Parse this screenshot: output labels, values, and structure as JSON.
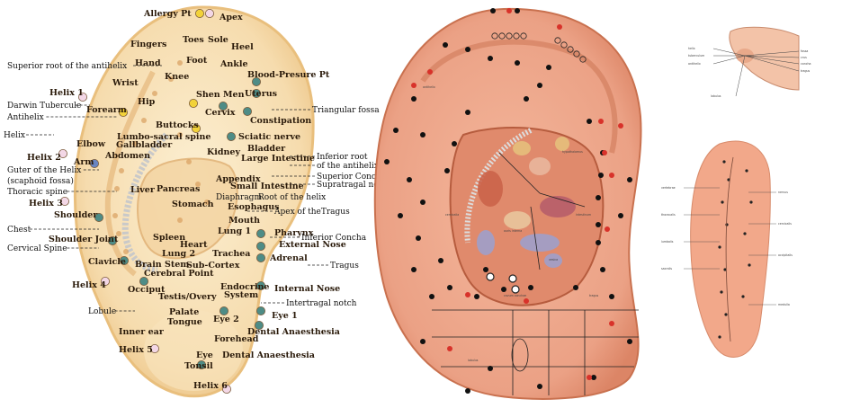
{
  "left_ear": {
    "point_labels": [
      {
        "text": "Allergy Pt"
      },
      {
        "text": "Apex"
      },
      {
        "text": "Fingers"
      },
      {
        "text": "Toes"
      },
      {
        "text": "Sole"
      },
      {
        "text": "Heel"
      },
      {
        "text": "Hand"
      },
      {
        "text": "Foot"
      },
      {
        "text": "Ankle"
      },
      {
        "text": "Blood-Presure Pt"
      },
      {
        "text": "Knee"
      },
      {
        "text": "Wrist"
      },
      {
        "text": "Shen Men"
      },
      {
        "text": "Uterus"
      },
      {
        "text": "Helix 1"
      },
      {
        "text": "Hip"
      },
      {
        "text": "Forearm"
      },
      {
        "text": "Cervix"
      },
      {
        "text": "Constipation"
      },
      {
        "text": "Buttocks"
      },
      {
        "text": "Lumbo-sacral spine"
      },
      {
        "text": "Sciatic nerve"
      },
      {
        "text": "Elbow"
      },
      {
        "text": "Gallbladder"
      },
      {
        "text": "Bladder"
      },
      {
        "text": "Kidney"
      },
      {
        "text": "Large Intestine"
      },
      {
        "text": "Helix 2"
      },
      {
        "text": "Arm"
      },
      {
        "text": "Abdomen"
      },
      {
        "text": "Appendix"
      },
      {
        "text": "Pancreas"
      },
      {
        "text": "Small Intestine"
      },
      {
        "text": "Liver"
      },
      {
        "text": "Helix 3"
      },
      {
        "text": "Stomach"
      },
      {
        "text": "Esophagus"
      },
      {
        "text": "Shoulder"
      },
      {
        "text": "Mouth"
      },
      {
        "text": "Lung 1"
      },
      {
        "text": "Pharynx"
      },
      {
        "text": "Shoulder Joint"
      },
      {
        "text": "Spleen"
      },
      {
        "text": "Heart"
      },
      {
        "text": "External Nose"
      },
      {
        "text": "Lung 2"
      },
      {
        "text": "Trachea"
      },
      {
        "text": "Adrenal"
      },
      {
        "text": "Clavicle"
      },
      {
        "text": "Brain Stem"
      },
      {
        "text": "Sub-Cortex"
      },
      {
        "text": "Cerebral Point"
      },
      {
        "text": "Helix 4"
      },
      {
        "text": "Occiput"
      },
      {
        "text": "Endocrine"
      },
      {
        "text": "Internal Nose"
      },
      {
        "text": "Testis/Overy"
      },
      {
        "text": "System"
      },
      {
        "text": "Palate"
      },
      {
        "text": "Eye 2"
      },
      {
        "text": "Eye 1"
      },
      {
        "text": "Tongue"
      },
      {
        "text": "Inner ear"
      },
      {
        "text": "Dental Anaesthesia"
      },
      {
        "text": "Helix 5"
      },
      {
        "text": "Forehead"
      },
      {
        "text": "Eye"
      },
      {
        "text": "Dental Anaesthesia"
      },
      {
        "text": "Tonsil"
      },
      {
        "text": "Helix 6"
      }
    ],
    "annotations": [
      {
        "text": "Superior root of the antihelix"
      },
      {
        "text": "Darwin Tubercule"
      },
      {
        "text": "Antihelix"
      },
      {
        "text": "Triangular fossa"
      },
      {
        "text": "Helix"
      },
      {
        "text": "Inferior root"
      },
      {
        "text": "of the antihelix"
      },
      {
        "text": "Guter of the Helix"
      },
      {
        "text": "(scaphoid fossa)"
      },
      {
        "text": "Superior Concha"
      },
      {
        "text": "Supratragal notch"
      },
      {
        "text": "Thoracic spine"
      },
      {
        "text": "Diaphragm"
      },
      {
        "text": "Root of the helix"
      },
      {
        "text": "Apex of theTragus"
      },
      {
        "text": "Chest"
      },
      {
        "text": "Inferior Concha"
      },
      {
        "text": "Cervical Spine"
      },
      {
        "text": "Tragus"
      },
      {
        "text": "Lobule"
      },
      {
        "text": "Intertragal notch"
      }
    ],
    "colors": {
      "ear_fill": "#f6dcae",
      "ear_stroke": "#e9bf7d",
      "dot_yellow": "#f2d23a",
      "dot_teal": "#4e8c86",
      "dot_pink": "#f3d7e6",
      "dot_blue": "#6a86c2"
    }
  },
  "center_ear": {
    "tiny_labels": [
      {
        "text": "antihelix"
      },
      {
        "text": "cervicalia"
      },
      {
        "text": "auris interna"
      },
      {
        "text": "cavum conchae"
      },
      {
        "text": "tragus"
      },
      {
        "text": "hypothalamus"
      },
      {
        "text": "intestinum"
      },
      {
        "text": "vesica"
      },
      {
        "text": "lobulus"
      }
    ],
    "colors": {
      "skin": "#eba185",
      "shadow": "#c9714f",
      "dot_black": "#111111",
      "dot_red": "#d8322a"
    }
  },
  "right_top": {
    "tiny_labels": [
      {
        "text": "helix"
      },
      {
        "text": "tuberculum"
      },
      {
        "text": "antihelix"
      },
      {
        "text": "fossa"
      },
      {
        "text": "crus"
      },
      {
        "text": "concha"
      },
      {
        "text": "tragus"
      },
      {
        "text": "lobulus"
      }
    ]
  },
  "right_bottom": {
    "tiny_labels": [
      {
        "text": "vertebrae"
      },
      {
        "text": "thoracalis"
      },
      {
        "text": "lumbalis"
      },
      {
        "text": "sacralis"
      },
      {
        "text": "nervus"
      },
      {
        "text": "cervicalis"
      },
      {
        "text": "occipitalis"
      },
      {
        "text": "medulla"
      }
    ]
  }
}
